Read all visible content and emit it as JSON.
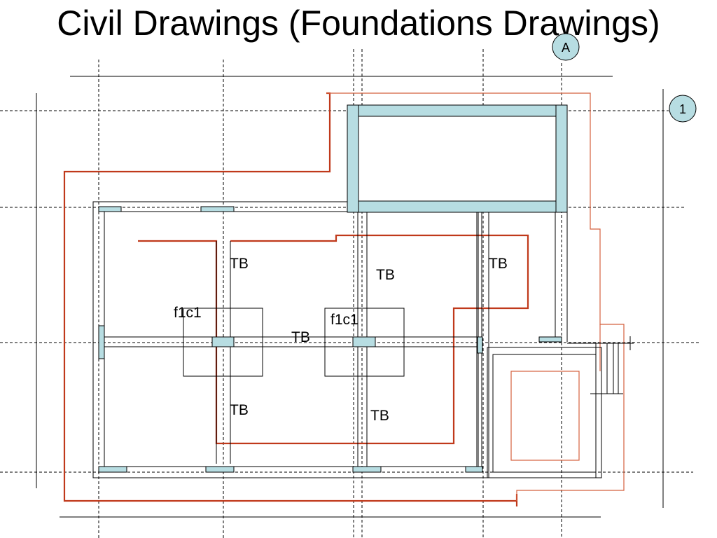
{
  "title": "Civil Drawings (Foundations Drawings)",
  "grid_bubbles": {
    "column": "A",
    "row": "1"
  },
  "labels": {
    "tie_beam": "TB",
    "footing": "f1c1"
  },
  "colors": {
    "background": "#ffffff",
    "line": "#000000",
    "column_fill": "#b7dde2",
    "excavation": "#c0391b",
    "excavation_light": "#d4603e"
  }
}
